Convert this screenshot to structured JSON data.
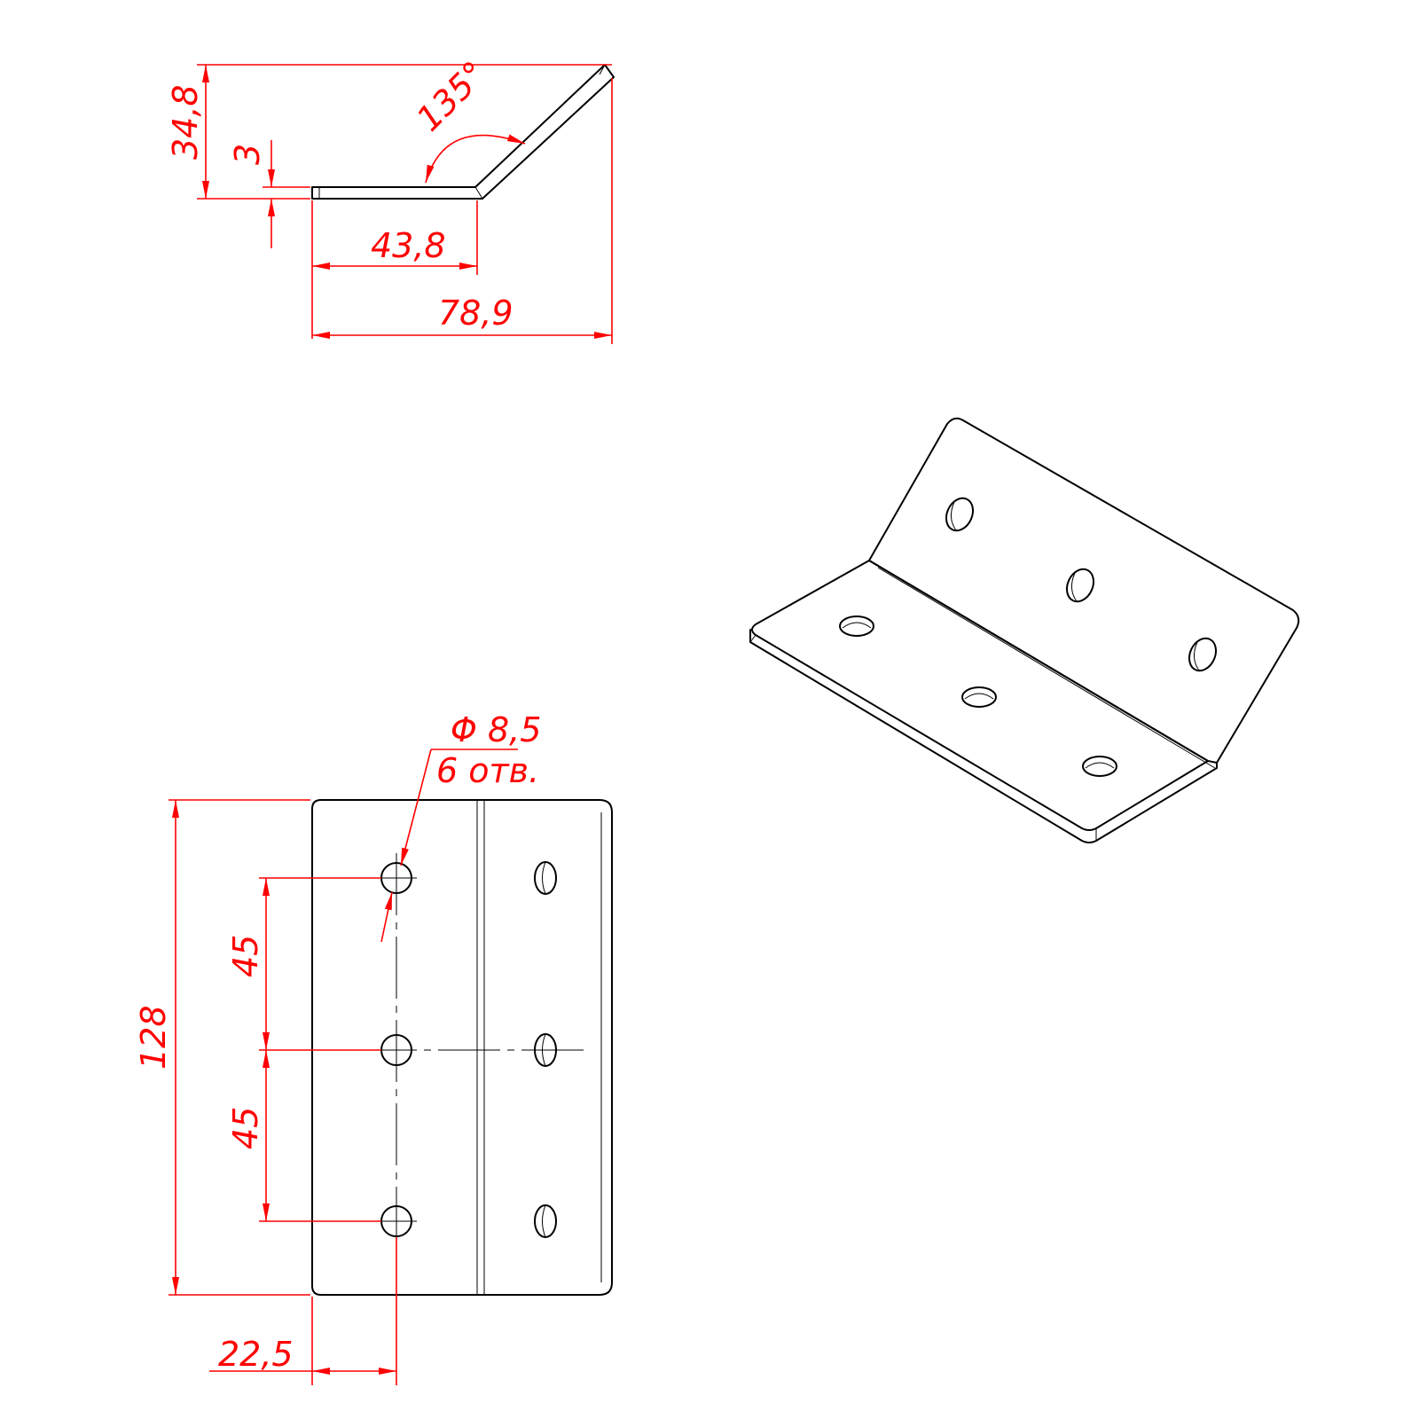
{
  "colors": {
    "dimension": "#ff0000",
    "outline": "#000000",
    "background": "#ffffff"
  },
  "dimensions": {
    "height_total": "34,8",
    "thickness": "3",
    "flange_length": "43,8",
    "overall_width": "78,9",
    "bend_angle": "135°",
    "hole_diameter": "Φ 8,5",
    "hole_count": "6 отв.",
    "plate_length": "128",
    "hole_pitch_top": "45",
    "hole_pitch_bottom": "45",
    "edge_offset": "22,5"
  }
}
